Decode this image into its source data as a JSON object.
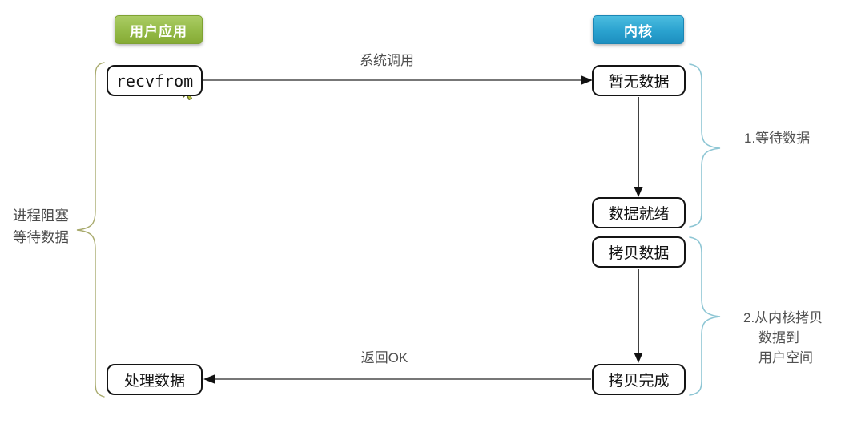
{
  "diagram": {
    "headers": {
      "user_app": "用户应用",
      "kernel": "内核"
    },
    "nodes": {
      "recvfrom": "recvfrom",
      "no_data": "暂无数据",
      "data_ready": "数据就绪",
      "copy_data": "拷贝数据",
      "copy_done": "拷贝完成",
      "process_data": "处理数据"
    },
    "edges": {
      "syscall_label": "系统调用",
      "return_label": "返回OK"
    },
    "annotations": {
      "left_label_line1": "进程阻塞",
      "left_label_line2": "等待数据",
      "phase1_label": "1.等待数据",
      "phase2_line1": "2.从内核拷贝",
      "phase2_line2": "数据到",
      "phase2_line3": "用户空间"
    },
    "colors": {
      "user_app_green": "#94ba47",
      "kernel_blue": "#2aa2cf",
      "left_brace": "#a9ab6e",
      "right_brace": "#8ec6d4",
      "box_border": "#141414",
      "label_gray": "#505050",
      "arrow_line": "#4a4a4a",
      "arrow_head": "#111111",
      "cursor_fill": "#b6c23d",
      "cursor_outline": "#5f651f"
    }
  }
}
